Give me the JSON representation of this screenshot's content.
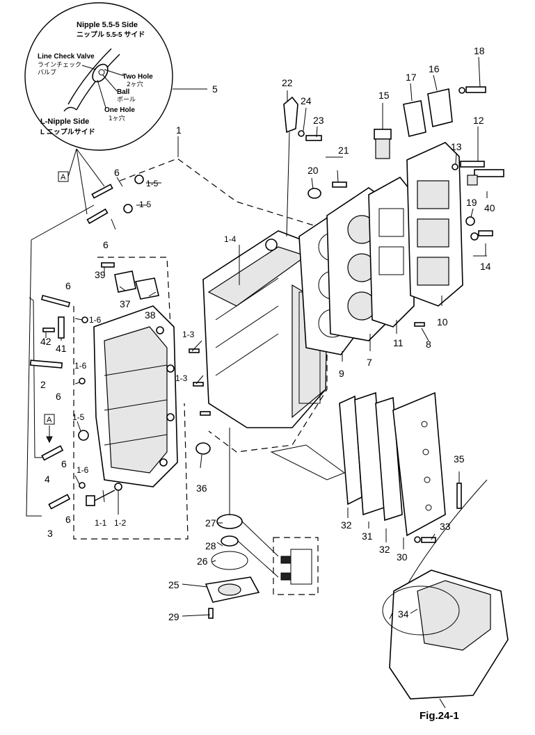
{
  "figure": {
    "caption": "Fig.24-1"
  },
  "detail": {
    "callout": "5",
    "nipple_side_en": "Nipple 5.5-5 Side",
    "nipple_side_jp": "ニップル 5.5-5 サイド",
    "line_check_valve_en": "Line Check Valve",
    "line_check_valve_jp1": "ラインチェック",
    "line_check_valve_jp2": "バルブ",
    "two_hole_en": "Two Hole",
    "two_hole_jp": "2ヶ穴",
    "ball_en": "Ball",
    "ball_jp": "ボール",
    "one_hole_en": "One Hole",
    "one_hole_jp": "1ヶ穴",
    "l_nipple_side_en": "L-Nipple Side",
    "l_nipple_side_jp": "L ニップルサイド"
  },
  "markers": {
    "ref_a": "A"
  },
  "labels": {
    "p1": "1",
    "p1_1": "1-1",
    "p1_2": "1-2",
    "p1_3a": "1-3",
    "p1_3b": "1-3",
    "p1_4": "1-4",
    "p1_5a": "1-5",
    "p1_5b": "1-5",
    "p1_5c": "1-5",
    "p1_6a": "1-6",
    "p1_6b": "1-6",
    "p1_6c": "1-6",
    "p2": "2",
    "p3": "3",
    "p4": "4",
    "p6a": "6",
    "p6b": "6",
    "p6c": "6",
    "p6d": "6",
    "p6e": "6",
    "p6f": "6",
    "p7": "7",
    "p8": "8",
    "p9": "9",
    "p10": "10",
    "p11": "11",
    "p12": "12",
    "p13": "13",
    "p14": "14",
    "p15": "15",
    "p16": "16",
    "p17": "17",
    "p18": "18",
    "p19": "19",
    "p20": "20",
    "p21": "21",
    "p22": "22",
    "p23": "23",
    "p24": "24",
    "p25": "25",
    "p26": "26",
    "p27": "27",
    "p28": "28",
    "p29": "29",
    "p30": "30",
    "p31": "31",
    "p32a": "32",
    "p32b": "32",
    "p33": "33",
    "p34": "34",
    "p35": "35",
    "p36": "36",
    "p37": "37",
    "p38": "38",
    "p39": "39",
    "p40": "40",
    "p41": "41",
    "p42": "42"
  }
}
